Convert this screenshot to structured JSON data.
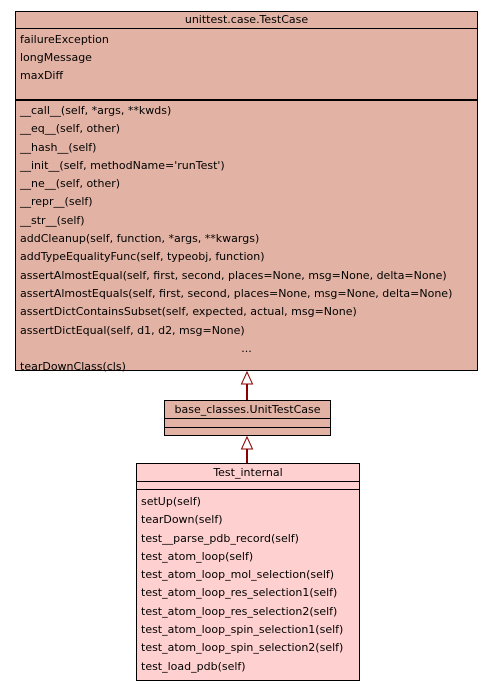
{
  "classes": {
    "testcase": {
      "name": "unittest.case.TestCase",
      "attributes": [
        "failureException",
        "longMessage",
        "maxDiff"
      ],
      "operations": [
        "__call__(self, *args, **kwds)",
        "__eq__(self, other)",
        "__hash__(self)",
        "__init__(self, methodName='runTest')",
        "__ne__(self, other)",
        "__repr__(self)",
        "__str__(self)",
        "addCleanup(self, function, *args, **kwargs)",
        "addTypeEqualityFunc(self, typeobj, function)",
        "assertAlmostEqual(self, first, second, places=None, msg=None, delta=None)",
        "assertAlmostEquals(self, first, second, places=None, msg=None, delta=None)",
        "assertDictContainsSubset(self, expected, actual, msg=None)",
        "assertDictEqual(self, d1, d2, msg=None)",
        "...",
        "tearDownClass(cls)"
      ]
    },
    "unittestcase": {
      "name": "base_classes.UnitTestCase"
    },
    "test_internal": {
      "name": "Test_internal",
      "operations": [
        "setUp(self)",
        "tearDown(self)",
        "test__parse_pdb_record(self)",
        "test_atom_loop(self)",
        "test_atom_loop_mol_selection(self)",
        "test_atom_loop_res_selection1(self)",
        "test_atom_loop_res_selection2(self)",
        "test_atom_loop_spin_selection1(self)",
        "test_atom_loop_spin_selection2(self)",
        "test_load_pdb(self)"
      ]
    }
  },
  "colors": {
    "base_class_fill": "#e2b3a4",
    "derived_class_fill": "#fed1d0",
    "border": "#000000",
    "inheritance_arrow": "#8b0000"
  }
}
